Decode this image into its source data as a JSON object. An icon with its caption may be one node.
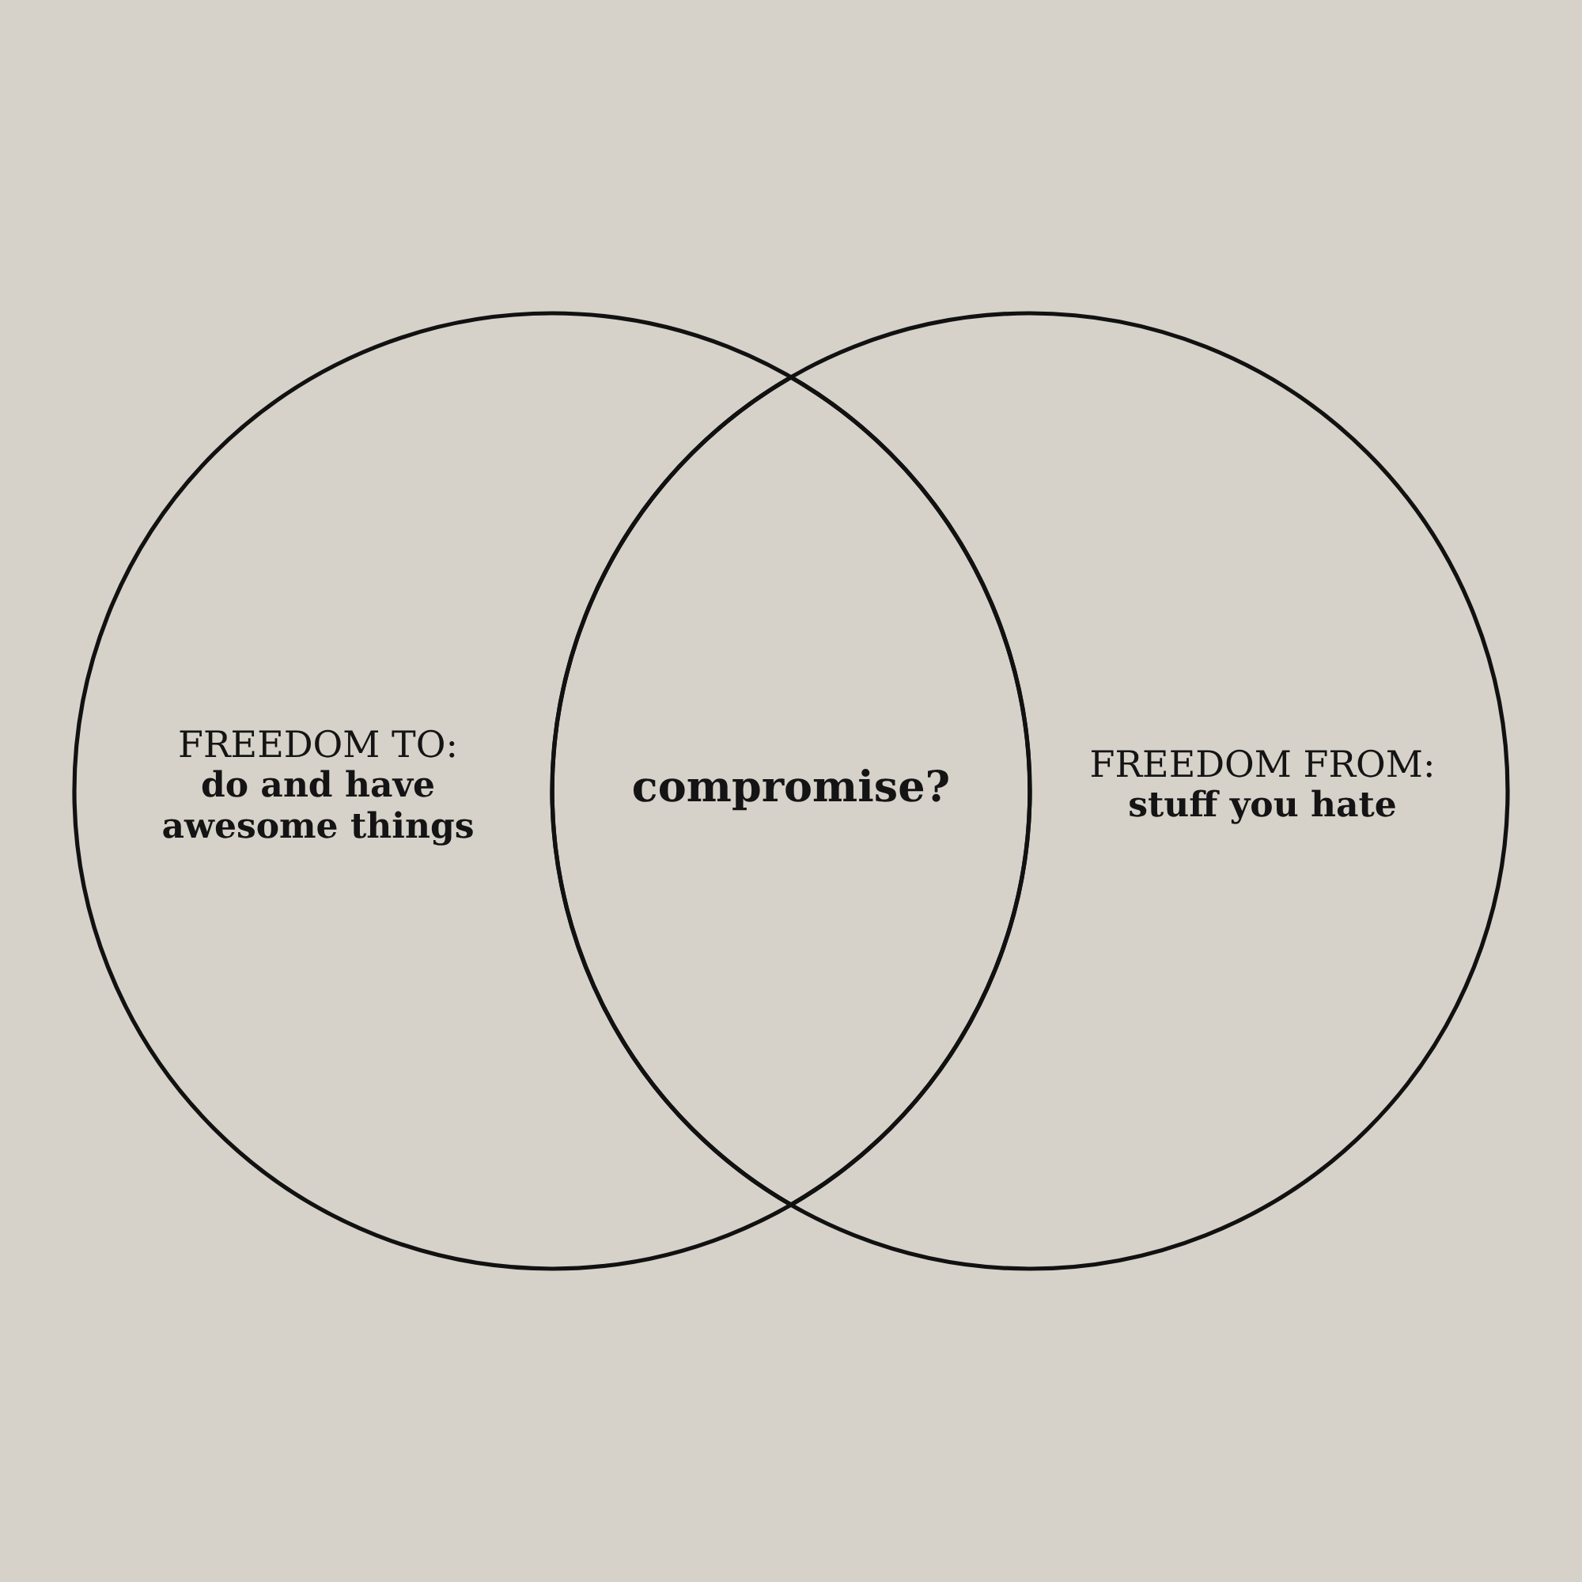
{
  "diagram": {
    "nodes": [
      {
        "text": [
          "FREEDOM TO:",
          "do and have awesome things"
        ]
      },
      {
        "text": [
          "FREEDOM FROM:",
          "stuff you hate"
        ]
      },
      {
        "text": [
          "compromise?"
        ]
      }
    ]
  }
}
